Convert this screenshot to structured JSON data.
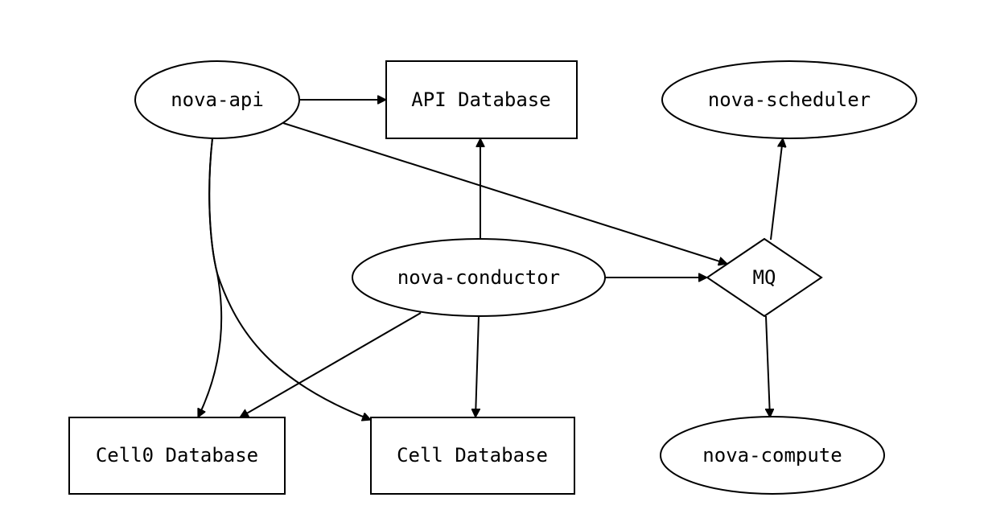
{
  "diagram": {
    "nodes": {
      "nova_api": {
        "label": "nova-api",
        "shape": "ellipse"
      },
      "api_database": {
        "label": "API Database",
        "shape": "box"
      },
      "nova_scheduler": {
        "label": "nova-scheduler",
        "shape": "ellipse"
      },
      "nova_conductor": {
        "label": "nova-conductor",
        "shape": "ellipse"
      },
      "mq": {
        "label": "MQ",
        "shape": "diamond"
      },
      "cell0_database": {
        "label": "Cell0 Database",
        "shape": "box"
      },
      "cell_database": {
        "label": "Cell Database",
        "shape": "box"
      },
      "nova_compute": {
        "label": "nova-compute",
        "shape": "ellipse"
      }
    },
    "edges": [
      {
        "from": "nova_api",
        "to": "api_database"
      },
      {
        "from": "nova_api",
        "to": "mq"
      },
      {
        "from": "nova_api",
        "to": "cell0_database"
      },
      {
        "from": "nova_api",
        "to": "cell_database"
      },
      {
        "from": "nova_conductor",
        "to": "api_database"
      },
      {
        "from": "nova_conductor",
        "to": "mq"
      },
      {
        "from": "nova_conductor",
        "to": "cell0_database"
      },
      {
        "from": "nova_conductor",
        "to": "cell_database"
      },
      {
        "from": "mq",
        "to": "nova_scheduler"
      },
      {
        "from": "mq",
        "to": "nova_compute"
      }
    ],
    "colors": {
      "stroke": "#000000",
      "fill": "#ffffff",
      "text": "#000000"
    }
  }
}
